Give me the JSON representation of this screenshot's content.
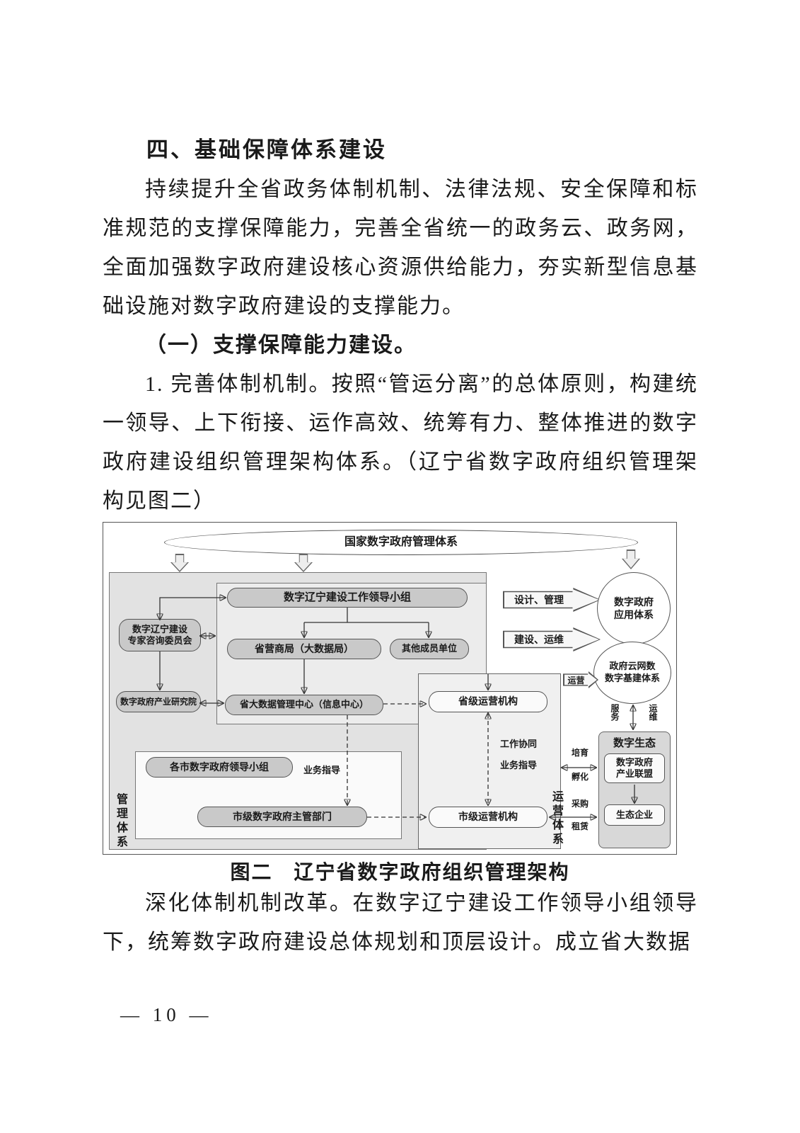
{
  "doc": {
    "heading": "四、基础保障体系建设",
    "para1": "持续提升全省政务体制机制、法律法规、安全保障和标准规范的支撑保障能力，完善全省统一的政务云、政务网，全面加强数字政府建设核心资源供给能力，夯实新型信息基础设施对数字政府建设的支撑能力。",
    "subheading": "（一）支撑保障能力建设。",
    "para2": "1. 完善体制机制。按照“管运分离”的总体原则，构建统一领导、上下衔接、运作高效、统筹有力、整体推进的数字政府建设组织管理架构体系。（辽宁省数字政府组织管理架构见图二）",
    "figure_caption": "图二　辽宁省数字政府组织管理架构",
    "para3": "深化体制机制改革。在数字辽宁建设工作领导小组领导下，统筹数字政府建设总体规划和顶层设计。成立省大数据",
    "page_number": "— 10 —"
  },
  "diagram": {
    "national_system": "国家数字政府管理体系",
    "leading_group": "数字辽宁建设工作领导小组",
    "expert_committee": "数字辽宁建设\n专家咨询委员会",
    "business_bureau": "省营商局（大数据局）",
    "other_members": "其他成员单位",
    "research_institute": "数字政府产业研究院",
    "data_center": "省大数据管理中心（信息中心）",
    "city_leading_groups": "各市数字政府领导小组",
    "business_guidance_left": "业务指导",
    "city_departments": "市级数字政府主管部门",
    "management_label": "管理体系",
    "provincial_operator": "省级运营机构",
    "work_coordination": "工作协同",
    "business_guidance_right": "业务指导",
    "city_operator": "市级运营机构",
    "operation_label": "运营体系",
    "design_manage": "设计、管理",
    "build_maintain": "建设、运维",
    "app_system": "数字政府\n应用体系",
    "cloud_system": "政府云网数\n数字基建体系",
    "operations": "运营",
    "service": "服务",
    "maintenance": "运维",
    "ecology_title": "数字生态",
    "industry_alliance": "数字政府\n产业联盟",
    "eco_enterprises": "生态企业",
    "cultivate": "培育",
    "incubate": "孵化",
    "procurement": "采购",
    "lease": "租赁"
  }
}
